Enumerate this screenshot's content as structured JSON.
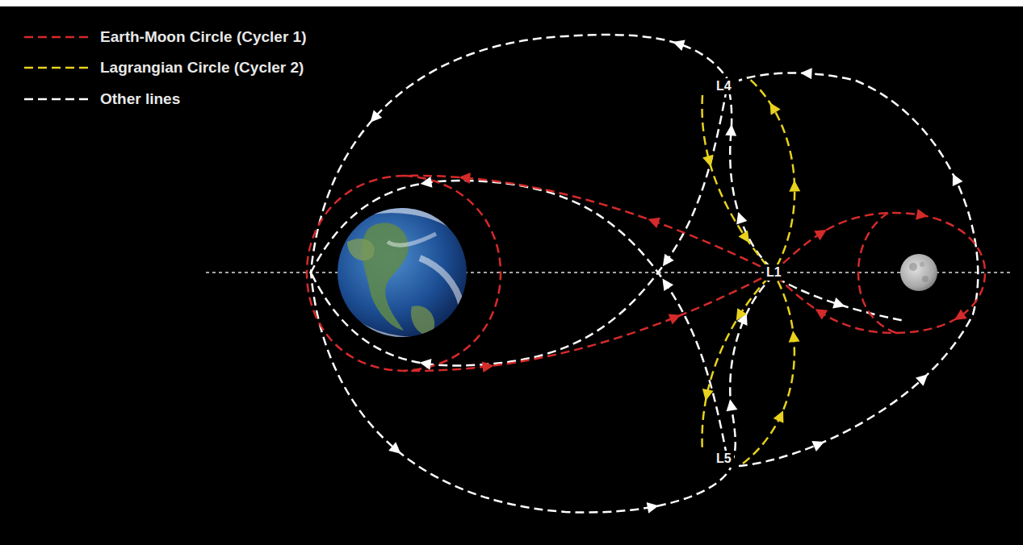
{
  "diagram": {
    "labels": [
      "L4",
      "L1",
      "L5"
    ],
    "legend": [
      {
        "text": "Earth-Moon Circle (Cycler 1)"
      },
      {
        "text": "Lagrangian Circle (Cycler 2)"
      },
      {
        "text": "Other lines"
      }
    ]
  }
}
